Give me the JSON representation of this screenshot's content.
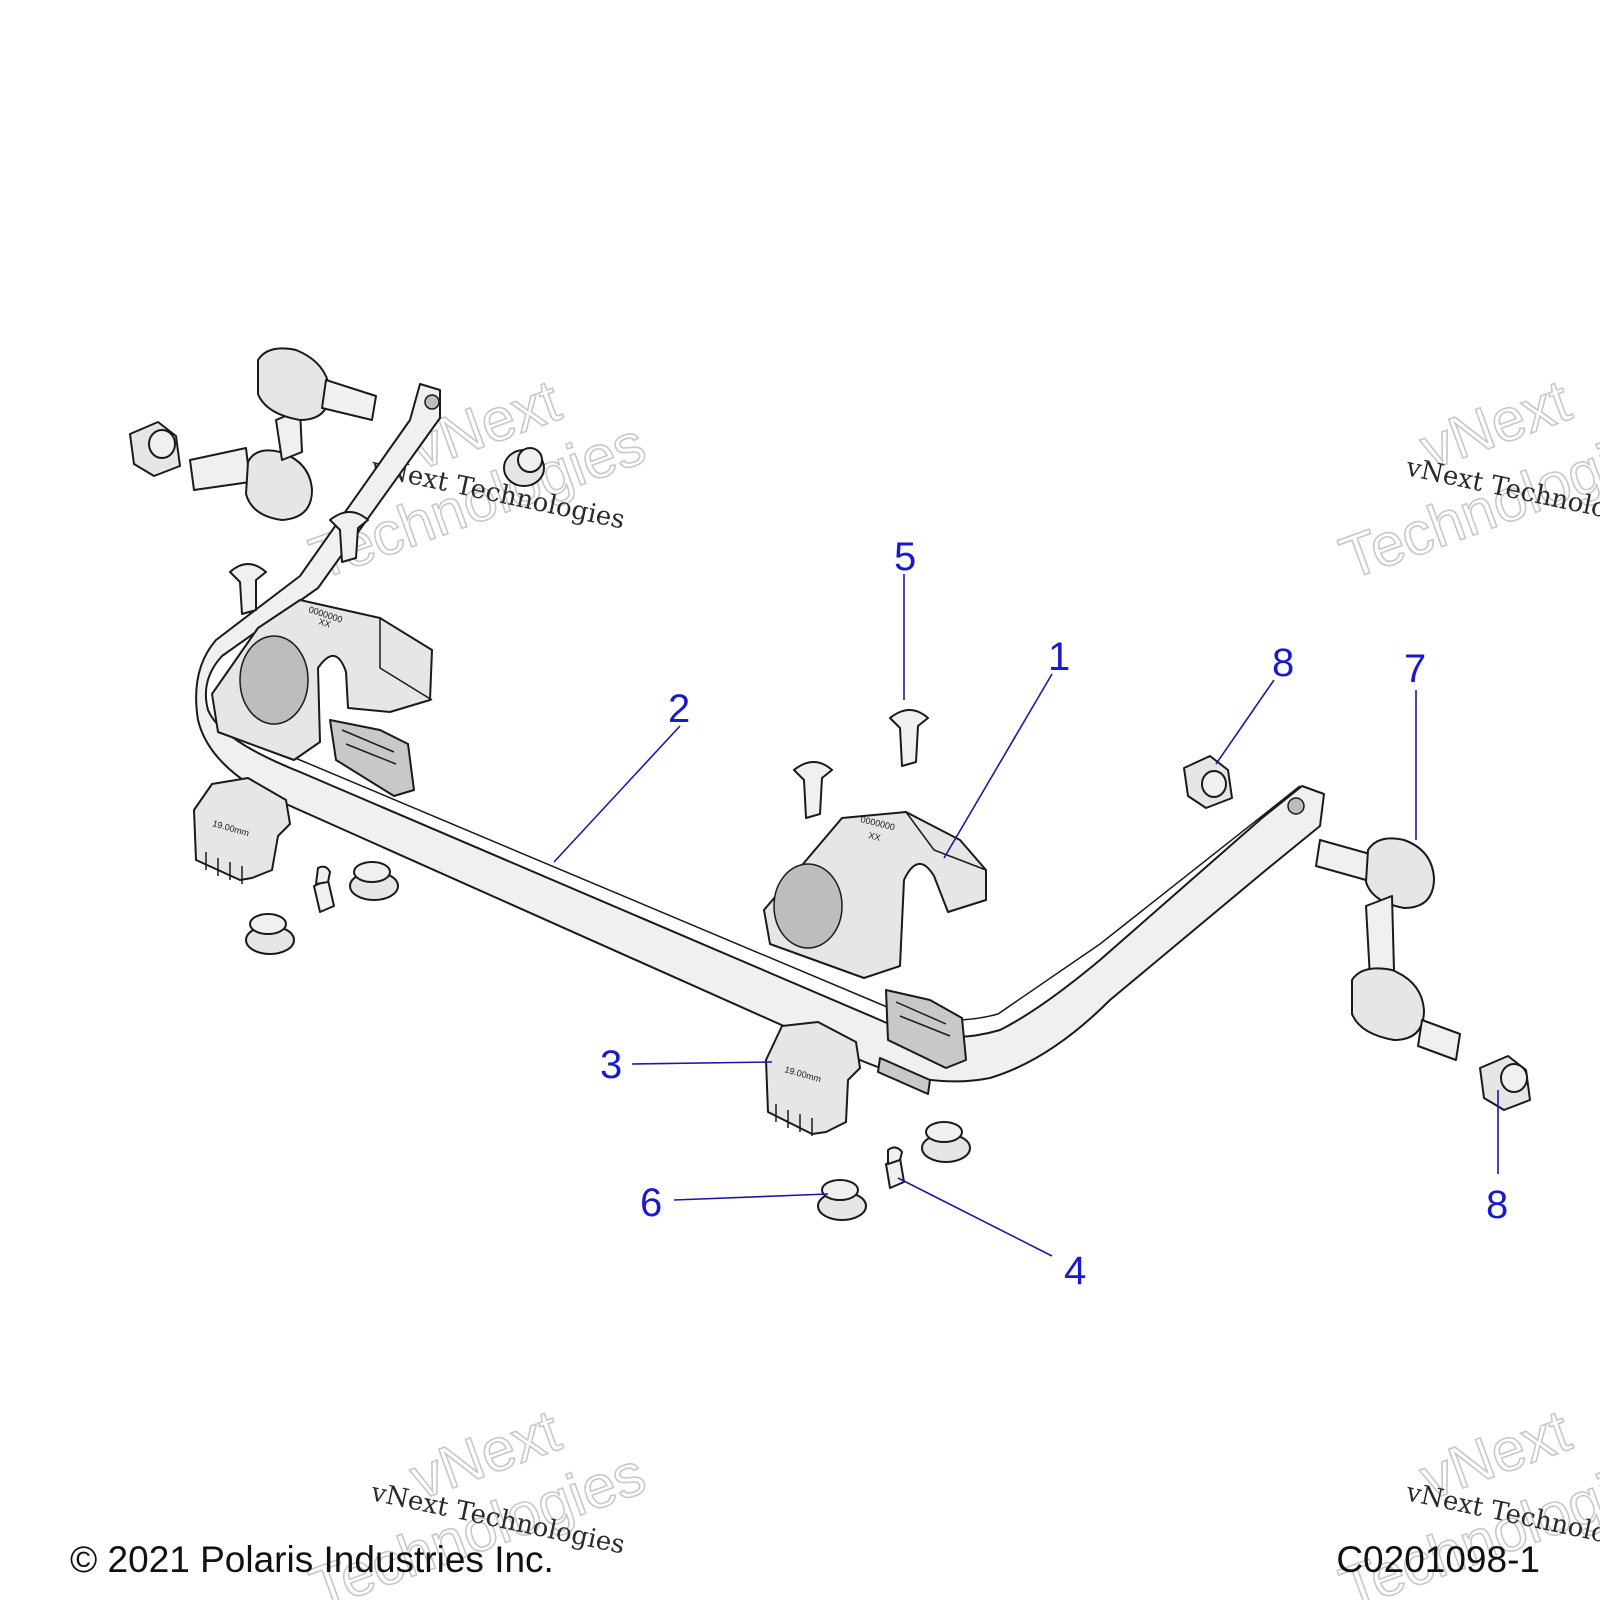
{
  "callouts": {
    "c1": "1",
    "c2": "2",
    "c3": "3",
    "c4": "4",
    "c5": "5",
    "c6": "6",
    "c7": "7",
    "c8a": "8",
    "c8b": "8"
  },
  "bushing_size_text": "19.00mm",
  "watermark": {
    "small": "vNext Technologies",
    "big_line1": "vNext",
    "big_line2": "Technologies"
  },
  "footer": {
    "copyright": "© 2021 Polaris Industries Inc.",
    "drawing_id": "C0201098-1"
  },
  "colors": {
    "callout": "#1a1ac8",
    "leader": "#1a1aa0"
  }
}
